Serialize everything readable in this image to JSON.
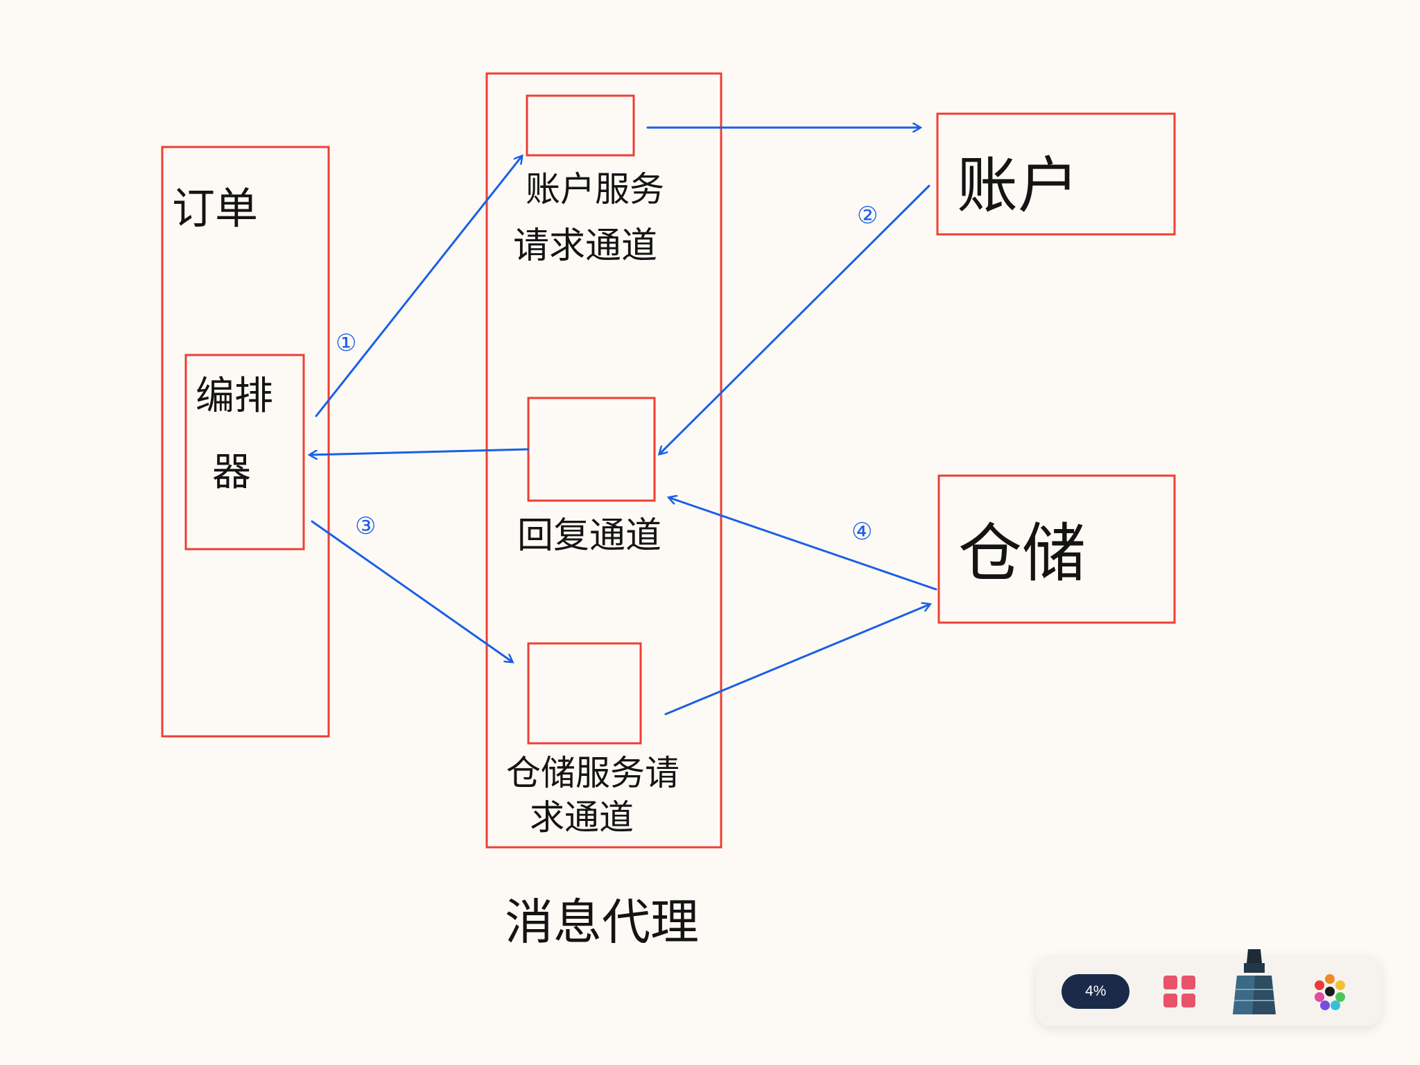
{
  "diagram": {
    "order_service": "订单",
    "orchestrator_line1": "编排",
    "orchestrator_line2": "器",
    "account_request_channel_line1": "账户服务",
    "account_request_channel_line2": "请求通道",
    "reply_channel": "回复通道",
    "inventory_request_channel_line1": "仓储服务请",
    "inventory_request_channel_line2": "求通道",
    "message_broker": "消息代理",
    "account_service": "账户",
    "inventory_service": "仓储",
    "steps": [
      "①",
      "②",
      "③",
      "④"
    ]
  },
  "toolbar": {
    "zoom": "4%",
    "icons": [
      "grid-icon",
      "marker-pen-icon",
      "color-palette-icon"
    ]
  },
  "colors": {
    "background": "#fdfaf6",
    "box_stroke": "#ee3e32",
    "arrow_stroke": "#1a5fe6",
    "ink": "#141414",
    "zoom_pill": "#1c2a4a"
  }
}
